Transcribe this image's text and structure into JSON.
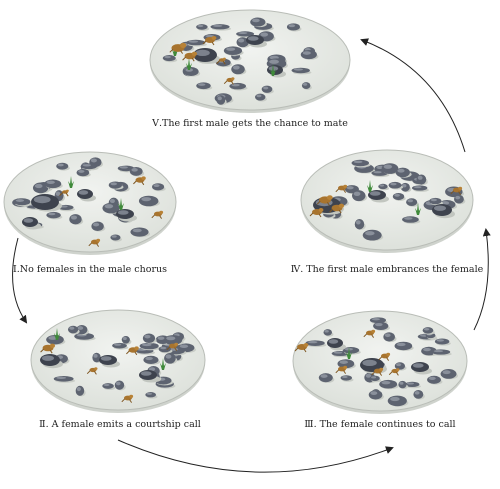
{
  "captions": {
    "stage1": "Ⅰ.No females in the male chorus",
    "stage2": "Ⅱ. A female emits a courtship call",
    "stage3": "Ⅲ. The female continues to call",
    "stage4": "Ⅳ. The first male embrances the female",
    "stage5": "Ⅴ.The first male gets the chance to mate"
  },
  "colors": {
    "arena_fill": "#e4e8e2",
    "arena_edge": "#b9bdb7",
    "rock": "#5d6370",
    "rock_dark": "#3e434e",
    "frog": "#a8742e",
    "plant": "#3f8a3a",
    "arrow": "#222222"
  }
}
